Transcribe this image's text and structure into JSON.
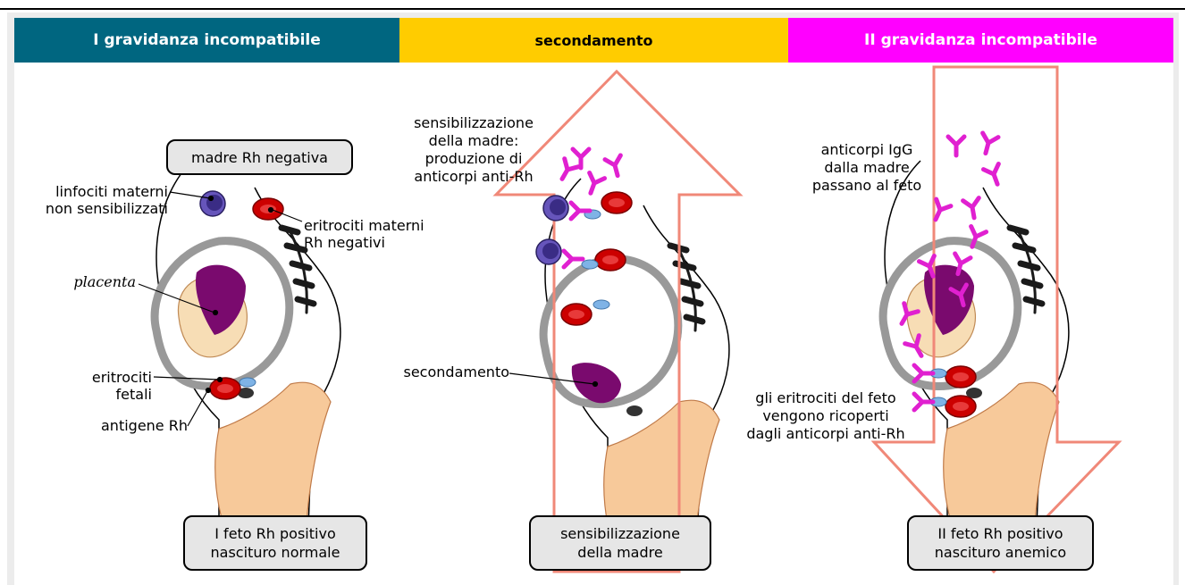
{
  "headers": {
    "first": "I gravidanza incompatibile",
    "middle": "secondamento",
    "second": "II gravidanza incompatibile"
  },
  "panel1": {
    "mother_box": "madre Rh negativa",
    "lymph_label": "linfociti materni\nnon sensibilizzati",
    "ery_label": "eritrociti materni\nRh negativi",
    "placenta_label": "placenta",
    "fetal_ery_label": "eritrociti\nfetali",
    "antigen_label": "antigene Rh",
    "bottom_box": "I feto Rh positivo\nnascituro normale"
  },
  "panel2": {
    "sensitization_label": "sensibilizzazione\ndella madre:\nproduzione di\nanticorpi anti-Rh",
    "afterbirth_label": "secondamento",
    "bottom_box": "sensibilizzazione\ndella madre"
  },
  "panel3": {
    "igg_label": "anticorpi IgG\ndalla madre\npassano al feto",
    "coated_label": "gli eritrociti del feto\nvengono ricoperti\ndagli anticorpi anti-Rh",
    "bottom_box": "II feto Rh positivo\nnascituro anemico"
  },
  "colors": {
    "header1": "#006680",
    "header2": "#ffcc00",
    "header3": "#ff00ff",
    "antibody": "#e020d0",
    "erythrocyte": "#cc0000",
    "lymphocyte": "#5544aa",
    "placenta": "#7a0a6e",
    "arrow": "#f08878",
    "skin": "#f7c99a"
  },
  "icons": [
    "lymphocyte-icon",
    "erythrocyte-icon",
    "antibody-icon",
    "antigen-icon",
    "placenta-icon",
    "spine-icon",
    "fetus-icon"
  ]
}
